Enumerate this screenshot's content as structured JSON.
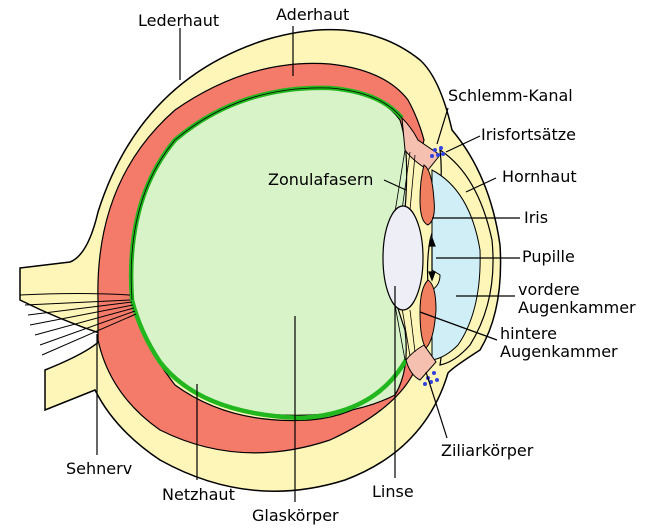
{
  "labels": {
    "lederhaut": "Lederhaut",
    "aderhaut": "Aderhaut",
    "schlemm_kanal": "Schlemm-Kanal",
    "irisfortsaetze": "Irisfortsätze",
    "zonulafasern": "Zonulafasern",
    "hornhaut": "Hornhaut",
    "iris": "Iris",
    "pupille": "Pupille",
    "vordere_1": "vordere",
    "vordere_2": "Augenkammer",
    "hintere_1": "hintere",
    "hintere_2": "Augenkammer",
    "ziliarkoerper": "Ziliarkörper",
    "sehnerv": "Sehnerv",
    "netzhaut": "Netzhaut",
    "linse": "Linse",
    "glaskoerper": "Glaskörper"
  },
  "colors": {
    "sclera": "#fdf6b8",
    "choroid": "#f47a6a",
    "retina": "#22b71e",
    "vitreous": "#d8f3c8",
    "cornea": "#cfeef5",
    "lens": "#eeeef7",
    "ciliary": "#f6c0b0",
    "iris": "#f08060",
    "schlemm_dots": "#3344dd",
    "outline": "#000000"
  }
}
